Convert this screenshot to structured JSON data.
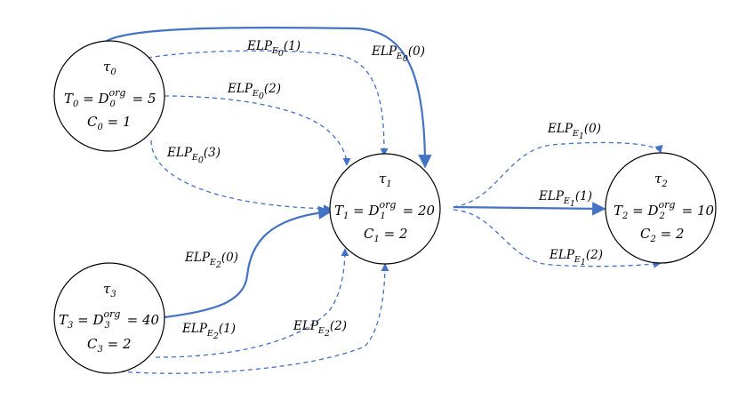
{
  "diagram": {
    "nodes": [
      {
        "id": "t0",
        "name": "τ",
        "index": "0",
        "period_lhs": "T",
        "deadline": "D",
        "sup": "org",
        "period": "5",
        "cost_lhs": "C",
        "cost": "1"
      },
      {
        "id": "t1",
        "name": "τ",
        "index": "1",
        "period_lhs": "T",
        "deadline": "D",
        "sup": "org",
        "period": "20",
        "cost_lhs": "C",
        "cost": "2"
      },
      {
        "id": "t2",
        "name": "τ",
        "index": "2",
        "period_lhs": "T",
        "deadline": "D",
        "sup": "org",
        "period": "10",
        "cost_lhs": "C",
        "cost": "2"
      },
      {
        "id": "t3",
        "name": "τ",
        "index": "3",
        "period_lhs": "T",
        "deadline": "D",
        "sup": "org",
        "period": "40",
        "cost_lhs": "C",
        "cost": "2"
      }
    ],
    "edges": [
      {
        "id": "e0-0",
        "from": "t0",
        "to": "t1",
        "label": "ELP",
        "set": "E",
        "set_index": "0",
        "arg": "(0)",
        "style": "solid"
      },
      {
        "id": "e0-1",
        "from": "t0",
        "to": "t1",
        "label": "ELP",
        "set": "E",
        "set_index": "0",
        "arg": "(1)",
        "style": "dashed"
      },
      {
        "id": "e0-2",
        "from": "t0",
        "to": "t1",
        "label": "ELP",
        "set": "E",
        "set_index": "0",
        "arg": "(2)",
        "style": "dashed"
      },
      {
        "id": "e0-3",
        "from": "t0",
        "to": "t1",
        "label": "ELP",
        "set": "E",
        "set_index": "0",
        "arg": "(3)",
        "style": "dashed"
      },
      {
        "id": "e1-0",
        "from": "t1",
        "to": "t2",
        "label": "ELP",
        "set": "E",
        "set_index": "1",
        "arg": "(0)",
        "style": "dashed"
      },
      {
        "id": "e1-1",
        "from": "t1",
        "to": "t2",
        "label": "ELP",
        "set": "E",
        "set_index": "1",
        "arg": "(1)",
        "style": "solid"
      },
      {
        "id": "e1-2",
        "from": "t1",
        "to": "t2",
        "label": "ELP",
        "set": "E",
        "set_index": "1",
        "arg": "(2)",
        "style": "dashed"
      },
      {
        "id": "e2-0",
        "from": "t3",
        "to": "t1",
        "label": "ELP",
        "set": "E",
        "set_index": "2",
        "arg": "(0)",
        "style": "solid"
      },
      {
        "id": "e2-1",
        "from": "t3",
        "to": "t1",
        "label": "ELP",
        "set": "E",
        "set_index": "2",
        "arg": "(1)",
        "style": "dashed"
      },
      {
        "id": "e2-2",
        "from": "t3",
        "to": "t1",
        "label": "ELP",
        "set": "E",
        "set_index": "2",
        "arg": "(2)",
        "style": "dashed"
      }
    ]
  },
  "colors": {
    "edge": "#4472c4",
    "node_stroke": "#000000",
    "text": "#000000"
  }
}
